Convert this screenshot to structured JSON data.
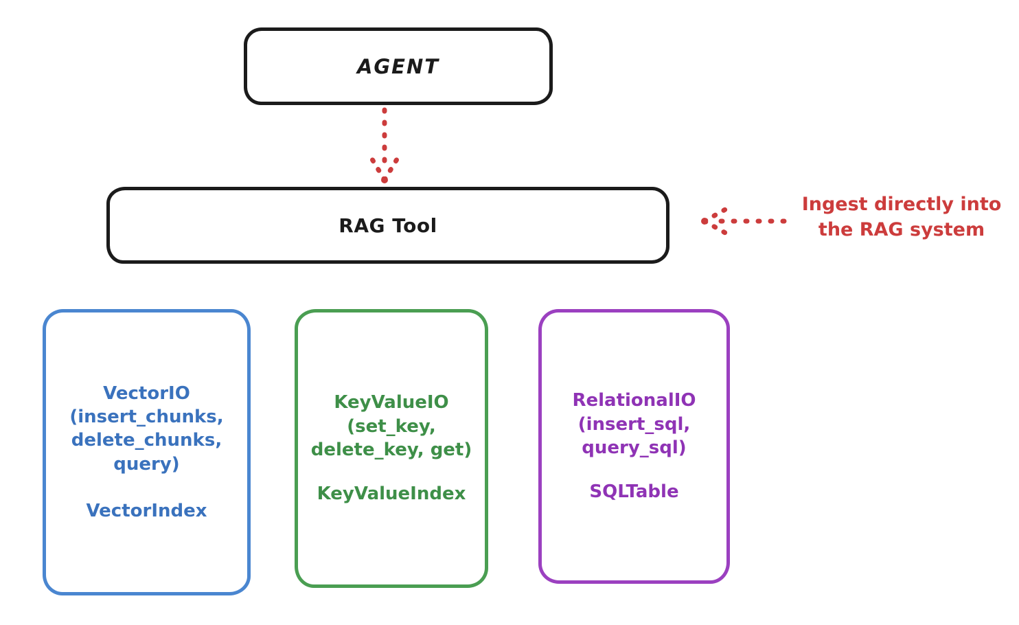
{
  "diagram": {
    "title": "RAG Tool architecture diagram",
    "background": "#ffffff",
    "colors": {
      "stroke_dark": "#1b1b1b",
      "blue": "#4a86d0",
      "blue_text": "#3a72bd",
      "green": "#4a9e52",
      "green_text": "#3e8f48",
      "purple": "#9b40c0",
      "purple_text": "#8f33b5",
      "red": "#cc3c3c"
    }
  },
  "nodes": {
    "agent": {
      "label": "AGENT"
    },
    "rag_tool": {
      "label": "RAG Tool"
    },
    "vector_io": {
      "api": "VectorIO\n(insert_chunks,\ndelete_chunks,\nquery)",
      "index": "VectorIndex"
    },
    "key_value_io": {
      "api": "KeyValueIO\n(set_key,\ndelete_key, get)",
      "index": "KeyValueIndex"
    },
    "relational_io": {
      "api": "RelationalIO\n(insert_sql,\nquery_sql)",
      "index": "SQLTable"
    }
  },
  "annotations": {
    "ingest_note": "Ingest directly into\nthe RAG system"
  },
  "edges": [
    {
      "name": "agent-to-rag-tool",
      "from": "agent",
      "to": "rag_tool",
      "style": "dotted",
      "direction": "down",
      "color": "#cc3c3c"
    },
    {
      "name": "ingest-note-to-rag-tool",
      "from": "ingest_note",
      "to": "rag_tool",
      "style": "dotted",
      "direction": "left",
      "color": "#cc3c3c"
    }
  ]
}
